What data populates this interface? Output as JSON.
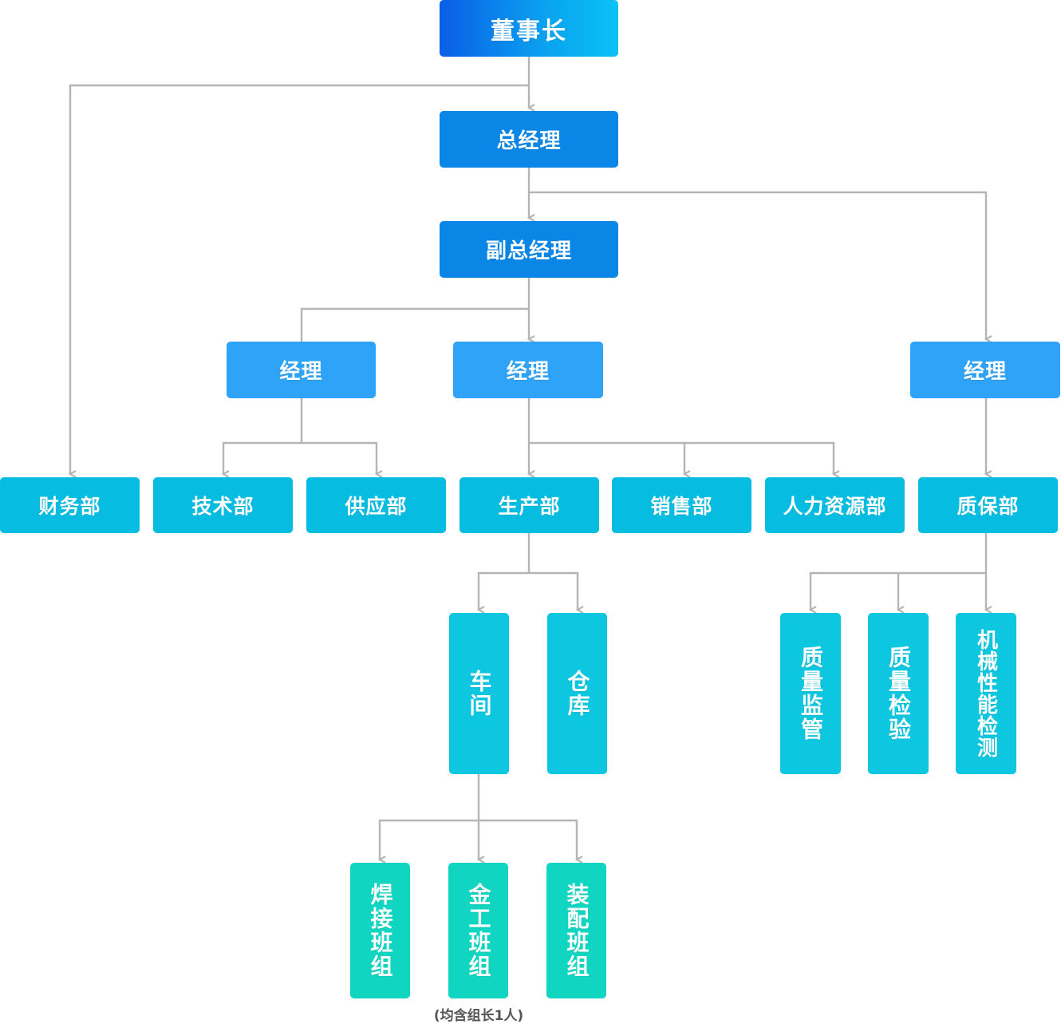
{
  "org": {
    "chairman": "董事长",
    "general_manager": "总经理",
    "deputy_general_manager": "副总经理",
    "managers": [
      "经理",
      "经理",
      "经理"
    ],
    "departments": {
      "finance": "财务部",
      "tech": "技术部",
      "supply": "供应部",
      "production": "生产部",
      "sales": "销售部",
      "hr": "人力资源部",
      "qa": "质保部"
    },
    "production_units": {
      "workshop": "车间",
      "warehouse": "仓库"
    },
    "teams": [
      "焊接班组",
      "金工班组",
      "装配班组"
    ],
    "teams_note": "(均含组长1人)",
    "qa_units": [
      "质量监管",
      "质量检验",
      "机械性能检测"
    ]
  },
  "colors": {
    "chairman_start": "#0a5ee6",
    "chairman_end": "#0ac2f4",
    "executive": "#0a87e6",
    "manager": "#2ea3f7",
    "department": "#06bde1",
    "unit": "#0cc7df",
    "team": "#10d6c1",
    "connector": "#b5b5b5"
  }
}
